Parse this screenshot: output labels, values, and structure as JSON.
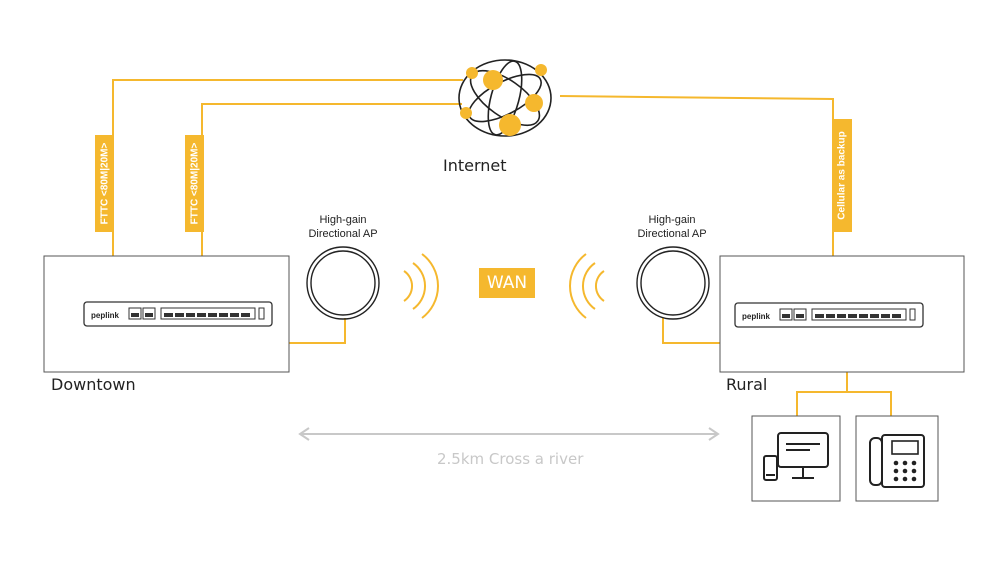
{
  "colors": {
    "accent": "#f5b82e",
    "line": "#f5b82e",
    "box_border": "#555555",
    "distance": "#c8c8c8"
  },
  "internet": {
    "label": "Internet",
    "icon": "globe-network-icon"
  },
  "sites": {
    "downtown": {
      "label": "Downtown",
      "router_brand": "peplink"
    },
    "rural": {
      "label": "Rural",
      "router_brand": "peplink"
    }
  },
  "links": {
    "fttc_1": "FTTC <80M|20M>",
    "fttc_2": "FTTC <80M|20M>",
    "cellular": "Cellular as backup"
  },
  "access_points": {
    "left": {
      "line1": "High-gain",
      "line2": "Directional AP"
    },
    "right": {
      "line1": "High-gain",
      "line2": "Directional AP"
    }
  },
  "wan": {
    "label": "WAN"
  },
  "distance": {
    "label": "2.5km Cross a river"
  },
  "endpoints": [
    {
      "icon": "computer-devices-icon"
    },
    {
      "icon": "desk-phone-icon"
    }
  ]
}
